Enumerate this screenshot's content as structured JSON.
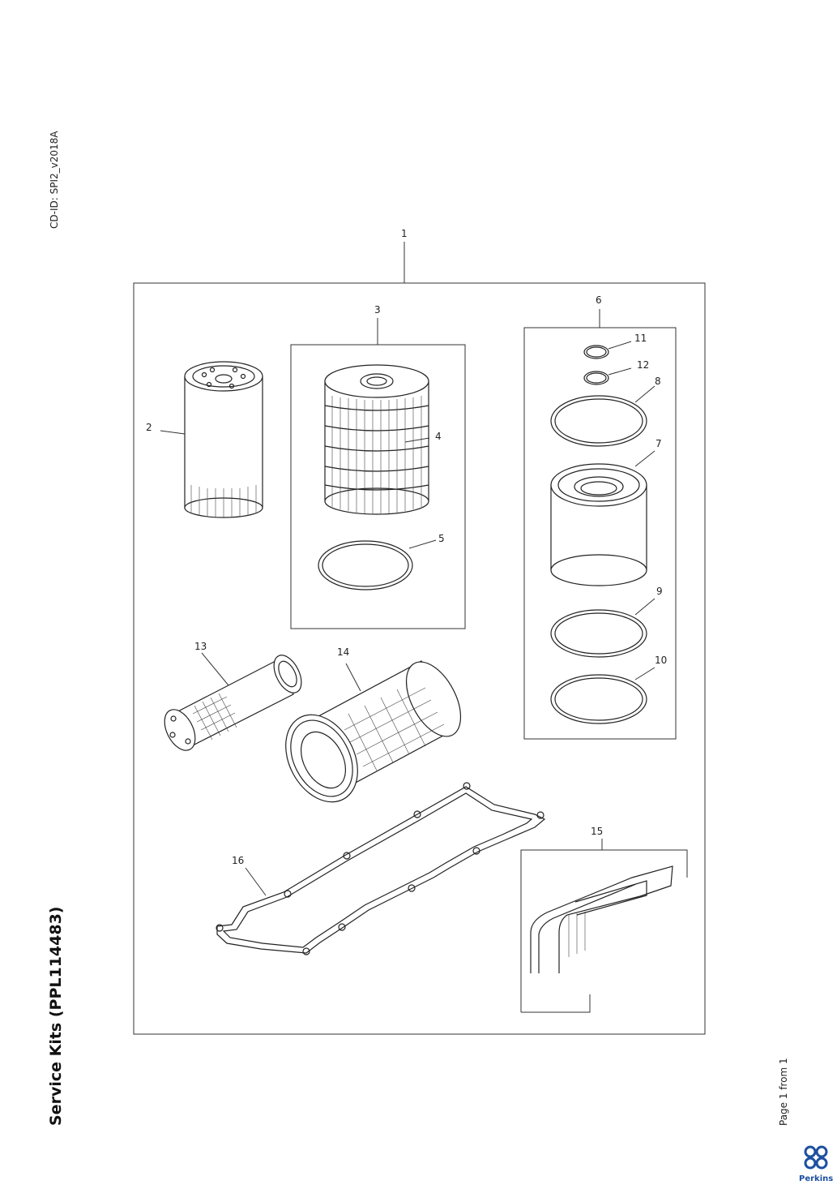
{
  "document": {
    "cd_id": "CD-ID: SPI2_v2018A",
    "title": "Service Kits (PPL114483)",
    "page": "Page 1 from 1",
    "logo_text": "Perkins"
  },
  "callouts": [
    "1",
    "2",
    "3",
    "4",
    "5",
    "6",
    "7",
    "8",
    "9",
    "10",
    "11",
    "12",
    "13",
    "14",
    "15",
    "16"
  ],
  "colors": {
    "line": "#222222",
    "logo": "#1d4fa0"
  }
}
